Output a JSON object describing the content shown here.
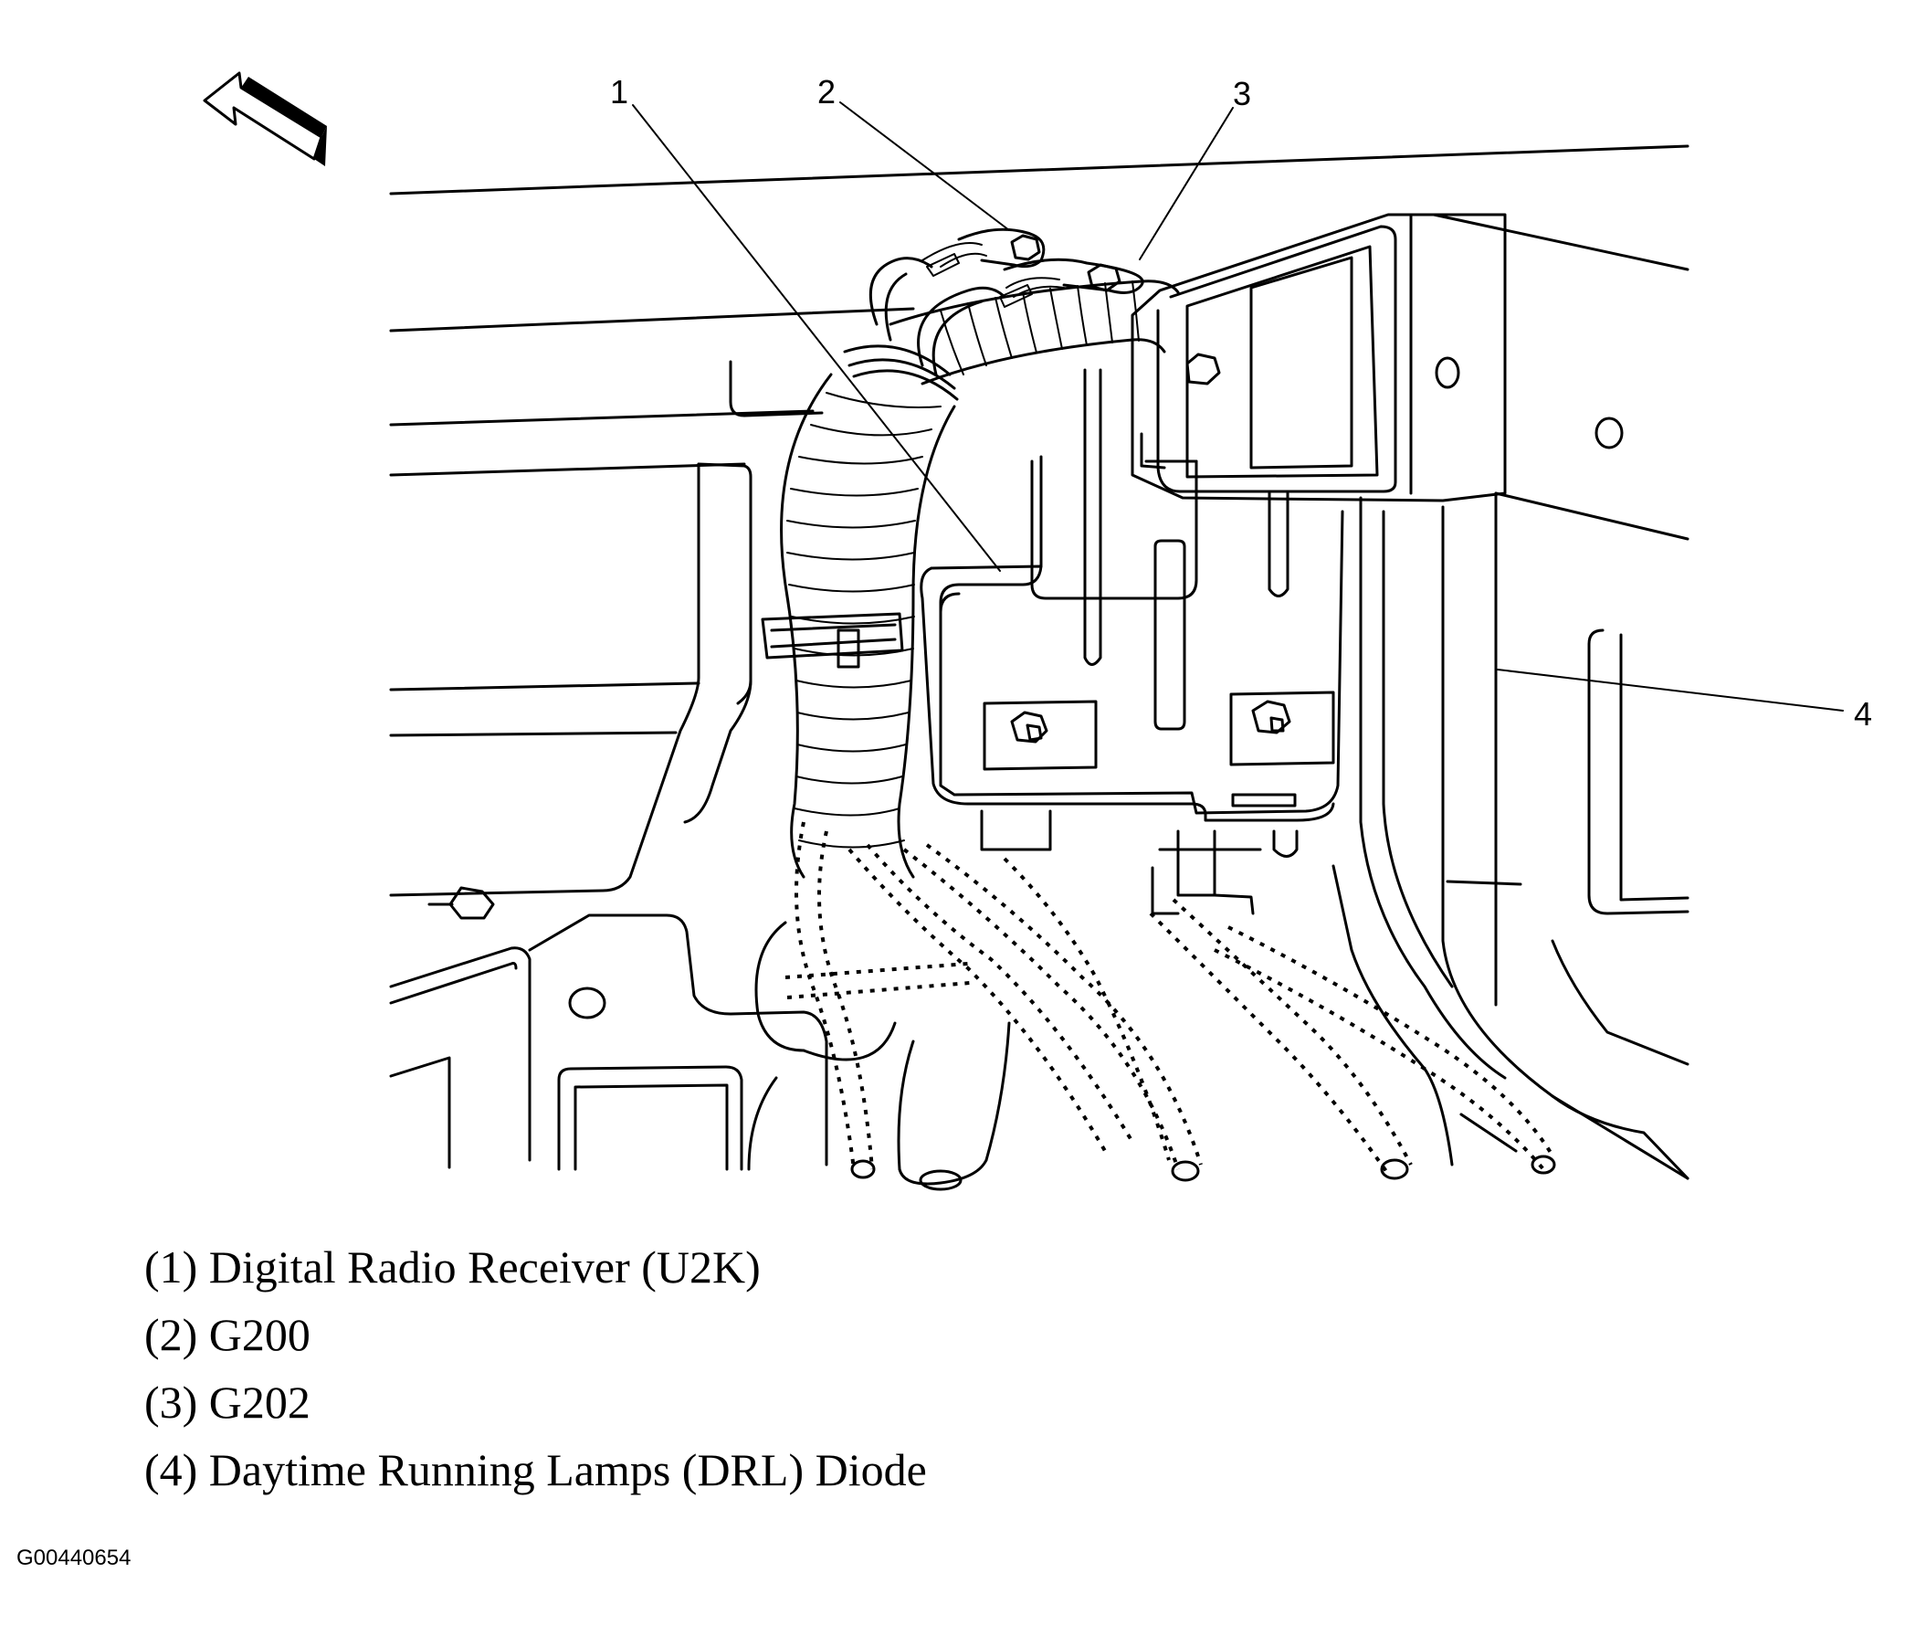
{
  "callouts": [
    {
      "number": "1"
    },
    {
      "number": "2"
    },
    {
      "number": "3"
    },
    {
      "number": "4"
    }
  ],
  "legend": [
    {
      "text": "(1) Digital Radio Receiver (U2K)"
    },
    {
      "text": "(2) G200"
    },
    {
      "text": "(3) G202"
    },
    {
      "text": "(4) Daytime Running Lamps (DRL) Diode"
    }
  ],
  "figure_id": "G00440654"
}
